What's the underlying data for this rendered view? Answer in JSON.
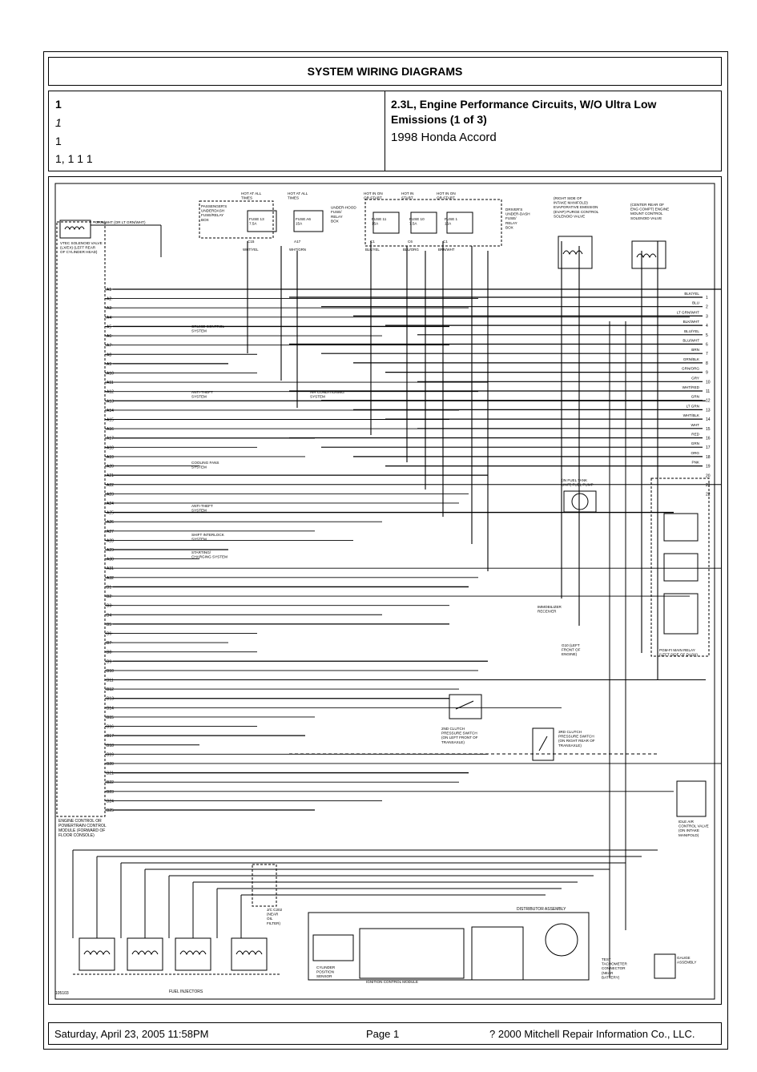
{
  "header": {
    "banner": "SYSTEM WIRING DIAGRAMS",
    "left_lines": [
      "1",
      "1",
      "1",
      "1, 1 1      1"
    ],
    "title": "2.3L, Engine Performance Circuits, W/O Ultra Low Emissions (1 of 3)",
    "vehicle": "1998 Honda Accord"
  },
  "diagram": {
    "figure_id": "105103",
    "ecm_label": "ENGINE CONTROL OR POWERTRAIN CONTROL MODULE (FORWARD OF FLOOR CONSOLE)",
    "fuel_injectors_label": "FUEL INJECTORS",
    "vtec_label": "VTEC SOLENOID VALVE (LX/EX) (LEFT REAR OF CYLINDER HEAD)",
    "vtec_wire": "GRN/WHT (OR LT GRN/WHT)",
    "fuse_groups": [
      {
        "caption": "HOT AT ALL TIMES",
        "fuse": "FUSE 13 7.5A",
        "term": "C15",
        "wire": "WHT/YEL"
      },
      {
        "caption": "HOT AT ALL TIMES",
        "fuse": "FUSE A6 15A",
        "term": "A17",
        "wire": "WHT/GRN"
      },
      {
        "caption": "HOT IN ON OR START",
        "fuse": "FUSE 11 15A",
        "term": "C1",
        "wire": "BLK/YEL"
      },
      {
        "caption": "HOT IN START",
        "fuse": "FUSE 10 7.5A",
        "term": "C6",
        "wire": "BLU/ORG"
      },
      {
        "caption": "HOT IN ON OR START",
        "fuse": "FUSE 1 15A",
        "term": "C1",
        "wire": "BRN/WHT"
      }
    ],
    "fuse_box_left": "PASSENGER'S UNDERDASH FUSE/RELAY BOX",
    "fuse_box_mid": "UNDER-HOOD FUSE/ RELAY BOX",
    "fuse_box_right": "DRIVER'S UNDER-DASH FUSE/ RELAY BOX",
    "evap_label": "(RIGHT SIDE OF INTAKE MANIFOLD) EVAPORATIVE EMISSION (EVAP) PURGE CONTROL SOLENOID VALVE",
    "mount_label": "(CENTER REAR OF ENG COMPT) ENGINE MOUNT CONTROL SOLENOID VALVE",
    "pin_labels": [
      "A1",
      "A2",
      "A3",
      "A4",
      "A5",
      "A6",
      "A7",
      "A8",
      "A9",
      "A10",
      "A11",
      "A12",
      "A13",
      "A14",
      "A15",
      "A16",
      "A17",
      "A18",
      "A19",
      "A20",
      "A21",
      "A22",
      "A23",
      "A24",
      "A25",
      "A26",
      "A27",
      "A28",
      "A29",
      "A30",
      "A31",
      "A32",
      "B1",
      "B2",
      "B3",
      "B4",
      "B5",
      "B6",
      "B7",
      "B8",
      "B9",
      "B10",
      "B11",
      "B12",
      "B13",
      "B14",
      "B15",
      "B16",
      "B17",
      "B18",
      "B19",
      "B20",
      "B21",
      "B22",
      "B23",
      "B24",
      "B25"
    ],
    "right_wires": [
      "BLK/YEL",
      "BLU",
      "LT GRN/WHT",
      "BLK/WHT",
      "BLU/YEL",
      "BLU/WHT",
      "BRN",
      "GRN/BLK",
      "GRN/ORG",
      "GRY",
      "WHT/RED",
      "GRN",
      "LT GRN",
      "WHT/BLK",
      "WHT",
      "RED",
      "GRN",
      "ORG",
      "PNK"
    ],
    "right_numbers": [
      "1",
      "2",
      "3",
      "4",
      "5",
      "6",
      "7",
      "8",
      "9",
      "10",
      "11",
      "12",
      "13",
      "14",
      "15",
      "16",
      "17",
      "18",
      "19",
      "20",
      "21",
      "22"
    ],
    "systems": [
      "CRUISE CONTROL SYSTEM",
      "ANTI-THEFT SYSTEM",
      "AIR CONDITIONING SYSTEM",
      "COOLING FANS SYSTEM",
      "ANTI-THEFT SYSTEM",
      "SHIFT INTERLOCK SYSTEM",
      "STARTING/ CHARGING SYSTEM"
    ],
    "fuel_pump": "(IN FUEL TANK UNIT) FUEL PUMP",
    "relay_label": "PGM-FI MAIN RELAY (LEFT SIDE OF DASH)",
    "immobilizer": "IMMOBILIZER RECEIVER",
    "g10": "G10 (LEFT FRONT OF ENGINE)",
    "clutch2": "2ND CLUTCH PRESSURE SWITCH (ON LEFT FRONT OF TRANSAXLE)",
    "clutch3": "3RD CLUTCH PRESSURE SWITCH (ON RIGHT REAR OF TRANSAXLE)",
    "iac": "IDLE AIR CONTROL VALVE (ON INTAKE MANIFOLD)",
    "distributor": "DISTRIBUTOR ASSEMBLY",
    "icm": "IGNITION CONTROL MODULE",
    "cyp": "CYLINDER POSITION SENSOR",
    "tach": "TEST TACHOMETER CONNECTOR (NEAR BATTERY)",
    "gauge": "GAUGE ASSEMBLY",
    "c202": "J/C C202 (NEAR OIL FILTER)"
  },
  "footer": {
    "datetime": "Saturday,  April 23, 2005   11:58PM",
    "page": "Page 1",
    "copyright": "? 2000 Mitchell Repair Information Co., LLC."
  }
}
